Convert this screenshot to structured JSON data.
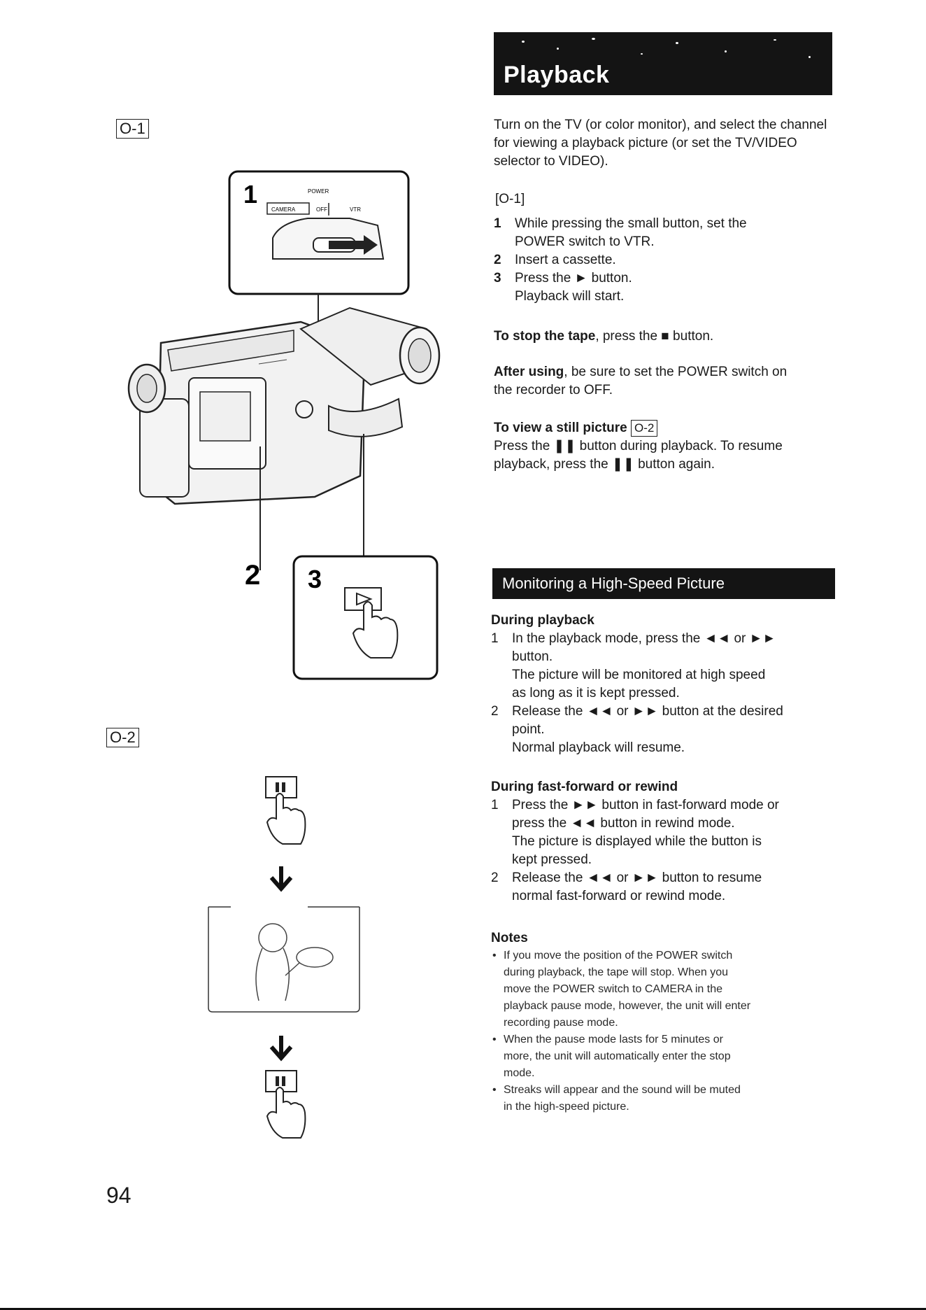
{
  "figure_labels": {
    "o1": "O-1",
    "o2": "O-2"
  },
  "title": "Playback",
  "intro": "Turn on the TV (or color monitor), and select the channel for viewing a playback picture (or set the TV/VIDEO selector to VIDEO).",
  "ref_o1": "[O-1]",
  "steps": [
    {
      "n": "1",
      "lines": [
        "While pressing the small button, set the",
        "POWER switch to VTR."
      ]
    },
    {
      "n": "2",
      "lines": [
        "Insert a cassette."
      ]
    },
    {
      "n": "3",
      "lines": [
        "Press the ► button.",
        "Playback will start."
      ]
    }
  ],
  "stop": {
    "lead": "To stop the tape",
    "rest": ", press the ■ button."
  },
  "after": {
    "lead": "After using",
    "rest1": ", be sure to set the POWER switch on",
    "rest2": "the recorder to OFF."
  },
  "still": {
    "lead": "To view a still picture",
    "ref": "O-2",
    "line1": "Press the ❚❚ button during playback. To resume",
    "line2": "playback, press the ❚❚ button again."
  },
  "section2_title": "Monitoring a High-Speed Picture",
  "during_playback": {
    "heading": "During playback",
    "steps": [
      {
        "n": "1",
        "lines": [
          "In the playback mode, press the ◄◄ or ►►",
          "button.",
          "The picture will be monitored at high speed",
          "as long as it is kept pressed."
        ]
      },
      {
        "n": "2",
        "lines": [
          "Release the ◄◄ or ►► button at the desired",
          "point.",
          "Normal playback will resume."
        ]
      }
    ]
  },
  "during_ff": {
    "heading": "During fast-forward or rewind",
    "steps": [
      {
        "n": "1",
        "lines": [
          "Press the ►► button in fast-forward mode or",
          "press the ◄◄ button in rewind mode.",
          "The picture is displayed while the button is",
          "kept pressed."
        ]
      },
      {
        "n": "2",
        "lines": [
          "Release the ◄◄ or ►► button to resume",
          "normal fast-forward or rewind mode."
        ]
      }
    ]
  },
  "notes": {
    "heading": "Notes",
    "items": [
      [
        "If you move the position of the POWER switch",
        "during playback, the tape will stop. When you",
        "move the POWER switch to CAMERA in the",
        "playback pause mode, however, the unit will enter",
        "recording pause mode."
      ],
      [
        "When the pause mode lasts for 5 minutes or",
        "more, the unit will automatically enter the stop",
        "mode."
      ],
      [
        "Streaks will appear and the sound will be muted",
        "in the high-speed picture."
      ]
    ]
  },
  "illustration": {
    "callout1": "1",
    "callout2": "2",
    "callout3": "3",
    "switch_title": "POWER",
    "switch_labels": [
      "CAMERA",
      "OFF",
      "VTR"
    ]
  },
  "page_number": "94"
}
